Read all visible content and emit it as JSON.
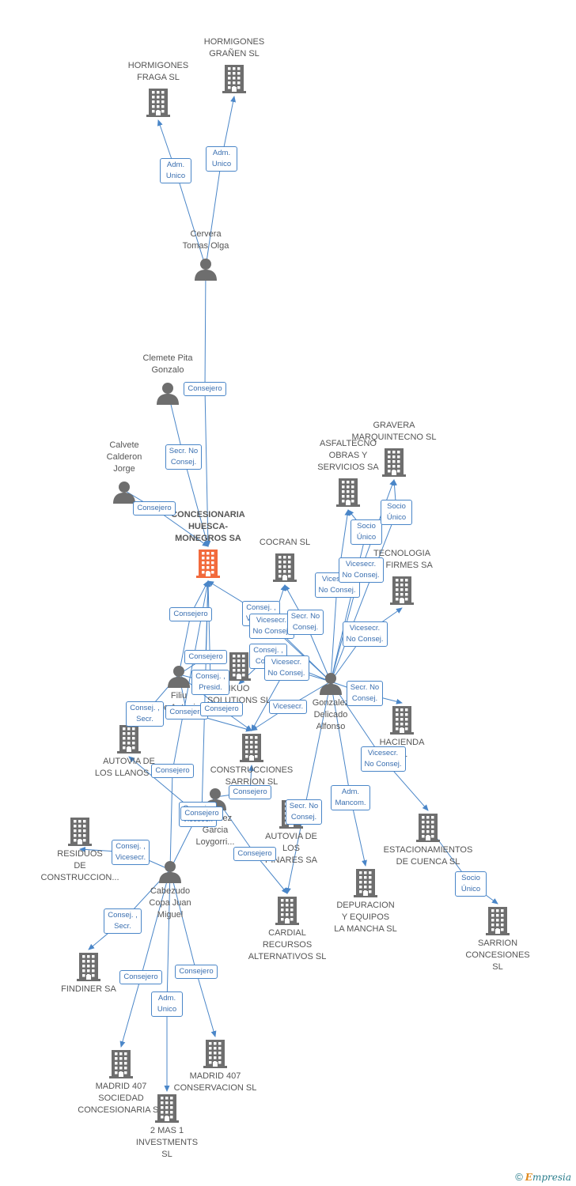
{
  "colors": {
    "edge": "#4a86c8",
    "building": "#6e6e6e",
    "building_highlight": "#f26a3c",
    "person": "#6e6e6e",
    "label": "#555555"
  },
  "nodes": [
    {
      "id": "hormigones-fraga",
      "type": "company",
      "label": "HORMIGONES\nFRAGA SL"
    },
    {
      "id": "hormigones-granen",
      "type": "company",
      "label": "HORMIGONES\nGRAÑEN SL"
    },
    {
      "id": "cervera",
      "type": "person",
      "label": "Cervera\nTomas Olga"
    },
    {
      "id": "clemete",
      "type": "person",
      "label": "Clemete Pita\nGonzalo"
    },
    {
      "id": "calvete",
      "type": "person",
      "label": "Calvete\nCalderon\nJorge"
    },
    {
      "id": "concesionaria",
      "type": "company",
      "highlight": true,
      "label": "CONCESIONARIA\nHUESCA-\nMONEGROS SA"
    },
    {
      "id": "cocran",
      "type": "company",
      "label": "COCRAN SL"
    },
    {
      "id": "asfaltecno",
      "type": "company",
      "label": "ASFALTECNO\nOBRAS Y\nSERVICIOS SA"
    },
    {
      "id": "gravera",
      "type": "company",
      "label": "GRAVERA\nMARQUINTECNO SL"
    },
    {
      "id": "tecnologia",
      "type": "company",
      "label": "TECNOLOGIA\nDE FIRMES SA"
    },
    {
      "id": "filiu",
      "type": "person",
      "label": "Filiu\nDe Antonio"
    },
    {
      "id": "ikuo",
      "type": "company",
      "label": "IKUO\nSOLUTIONS SL"
    },
    {
      "id": "gonzalez",
      "type": "person",
      "label": "Gonzalez\nDelicado\nAlfonso"
    },
    {
      "id": "autovia-llanos",
      "type": "company",
      "label": "AUTOVIA DE\nLOS LLANOS SA"
    },
    {
      "id": "construcciones",
      "type": "company",
      "label": "CONSTRUCCIONES\nSARRION SL"
    },
    {
      "id": "hacienda",
      "type": "company",
      "label": "HACIENDA\nSL"
    },
    {
      "id": "martinez",
      "type": "person",
      "label": "Martinez\nGarcia\nLoygorri..."
    },
    {
      "id": "residuos",
      "type": "company",
      "label": "RESIDUOS\nDE\nCONSTRUCCION..."
    },
    {
      "id": "autovia-pinares",
      "type": "company",
      "label": "AUTOVIA DE\nLOS\nPINARES SA"
    },
    {
      "id": "estacionamientos",
      "type": "company",
      "label": "ESTACIONAMIENTOS\nDE CUENCA  SL"
    },
    {
      "id": "cabezudo",
      "type": "person",
      "label": "Cabezudo\nCopa Juan\nMiguel"
    },
    {
      "id": "cardial",
      "type": "company",
      "label": "CARDIAL\nRECURSOS\nALTERNATIVOS SL"
    },
    {
      "id": "depuracion",
      "type": "company",
      "label": "DEPURACION\nY EQUIPOS\nLA MANCHA SL"
    },
    {
      "id": "sarrion-concesiones",
      "type": "company",
      "label": "SARRION\nCONCESIONES\nSL"
    },
    {
      "id": "findiner",
      "type": "company",
      "label": "FINDINER SA"
    },
    {
      "id": "madrid-sociedad",
      "type": "company",
      "label": "MADRID 407\nSOCIEDAD\nCONCESIONARIA SA"
    },
    {
      "id": "madrid-conservacion",
      "type": "company",
      "label": "MADRID 407\nCONSERVACION SL"
    },
    {
      "id": "dos-mas-uno",
      "type": "company",
      "label": "2 MAS 1\nINVESTMENTS\nSL"
    }
  ],
  "edges": [
    {
      "from": "cervera",
      "to": "hormigones-fraga",
      "label": "Adm.\nUnico"
    },
    {
      "from": "cervera",
      "to": "hormigones-granen",
      "label": "Adm.\nUnico"
    },
    {
      "from": "cervera",
      "to": "concesionaria",
      "label": "Consejero"
    },
    {
      "from": "clemete",
      "to": "concesionaria",
      "label": "Secr.  No\nConsej."
    },
    {
      "from": "calvete",
      "to": "concesionaria",
      "label": "Consejero"
    },
    {
      "from": "filiu",
      "to": "concesionaria",
      "label": "Consejero"
    },
    {
      "from": "filiu",
      "to": "concesionaria",
      "label": "Consejero"
    },
    {
      "from": "filiu",
      "to": "concesionaria",
      "label": "Consej. ,\nPresid."
    },
    {
      "from": "filiu",
      "to": "autovia-llanos",
      "label": "Consej. ,\nSecr."
    },
    {
      "from": "filiu",
      "to": "construcciones",
      "label": "Consejero"
    },
    {
      "from": "filiu",
      "to": "construcciones",
      "label": "Consejero"
    },
    {
      "from": "cabezudo",
      "to": "concesionaria",
      "label": "Consejero"
    },
    {
      "from": "cabezudo",
      "to": "residuos",
      "label": "Consej. ,\nVicesecr."
    },
    {
      "from": "cabezudo",
      "to": "findiner",
      "label": "Consej. ,\nSecr."
    },
    {
      "from": "cabezudo",
      "to": "madrid-sociedad",
      "label": "Consejero"
    },
    {
      "from": "cabezudo",
      "to": "dos-mas-uno",
      "label": "Adm.\nUnico"
    },
    {
      "from": "cabezudo",
      "to": "madrid-conservacion",
      "label": "Consejero"
    },
    {
      "from": "cabezudo",
      "to": "autovia-llanos",
      "label": "Consej. ,\nVicesecr."
    },
    {
      "from": "martinez",
      "to": "construcciones",
      "label": "Consejero"
    },
    {
      "from": "martinez",
      "to": "cardial",
      "label": "Consejero"
    },
    {
      "from": "martinez",
      "to": "concesionaria",
      "label": "Consejero"
    },
    {
      "from": "gonzalez",
      "to": "concesionaria",
      "label": "Consej. ,\nVicesecr."
    },
    {
      "from": "gonzalez",
      "to": "cocran",
      "label": "Vicesecr.\nNo Consej."
    },
    {
      "from": "gonzalez",
      "to": "cocran",
      "label": "Secr.  No\nConsej."
    },
    {
      "from": "gonzalez",
      "to": "ikuo",
      "label": "Consej. ,\nConsej."
    },
    {
      "from": "gonzalez",
      "to": "construcciones",
      "label": "Vicesecr.\nNo Consej."
    },
    {
      "from": "gonzalez",
      "to": "construcciones",
      "label": "Vicesecr."
    },
    {
      "from": "gonzalez",
      "to": "asfaltecno",
      "label": "Vicesecr.\nNo Consej."
    },
    {
      "from": "gonzalez",
      "to": "asfaltecno",
      "label": "Socio\nÚnico"
    },
    {
      "from": "gonzalez",
      "to": "gravera",
      "label": "Vicesecr.\nNo Consej."
    },
    {
      "from": "gonzalez",
      "to": "gravera",
      "label": "Socio\nÚnico"
    },
    {
      "from": "gonzalez",
      "to": "tecnologia",
      "label": "Vicesecr.\nNo Consej."
    },
    {
      "from": "gonzalez",
      "to": "hacienda",
      "label": "Secr.  No\nConsej."
    },
    {
      "from": "gonzalez",
      "to": "estacionamientos",
      "label": "Vicesecr.\nNo Consej."
    },
    {
      "from": "gonzalez",
      "to": "depuracion",
      "label": "Adm.\nMancom."
    },
    {
      "from": "gonzalez",
      "to": "cardial",
      "label": "Secr.  No\nConsej."
    },
    {
      "from": "estacionamientos",
      "to": "sarrion-concesiones",
      "label": "Socio\nÚnico"
    }
  ],
  "footer": {
    "copyright": "©",
    "brand_initial": "E",
    "brand_rest": "mpresia"
  }
}
